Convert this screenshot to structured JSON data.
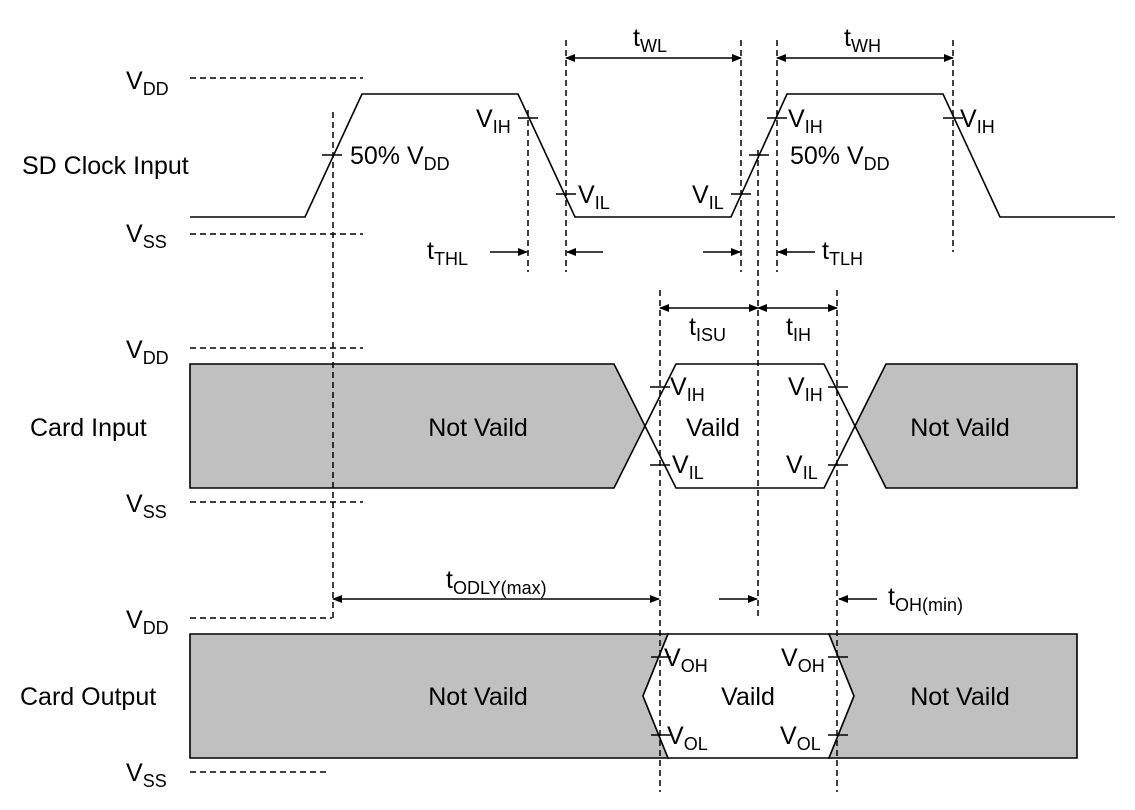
{
  "signals": {
    "clock": "SD Clock Input",
    "card_input": "Card Input",
    "card_output": "Card Output"
  },
  "rails": {
    "vdd": {
      "main": "V",
      "sub": "DD"
    },
    "vss": {
      "main": "V",
      "sub": "SS"
    }
  },
  "thresholds": {
    "vih": {
      "main": "V",
      "sub": "IH"
    },
    "vil": {
      "main": "V",
      "sub": "IL"
    },
    "voh": {
      "main": "V",
      "sub": "OH"
    },
    "vol": {
      "main": "V",
      "sub": "OL"
    },
    "half_vdd": {
      "main": "50% V",
      "sub": "DD"
    }
  },
  "timings": {
    "twl": {
      "main": "t",
      "sub": "WL"
    },
    "twh": {
      "main": "t",
      "sub": "WH"
    },
    "tthl": {
      "main": "t",
      "sub": "THL"
    },
    "ttlh": {
      "main": "t",
      "sub": "TLH"
    },
    "tisu": {
      "main": "t",
      "sub": "ISU"
    },
    "tih": {
      "main": "t",
      "sub": "IH"
    },
    "todly": {
      "main": "t",
      "sub": "ODLY(max)"
    },
    "toh": {
      "main": "t",
      "sub": "OH(min)"
    }
  },
  "states": {
    "not_valid": "Not Vaild",
    "valid": "Vaild"
  },
  "colors": {
    "invalid_fill": "#c0c0c0",
    "line": "#000000"
  }
}
